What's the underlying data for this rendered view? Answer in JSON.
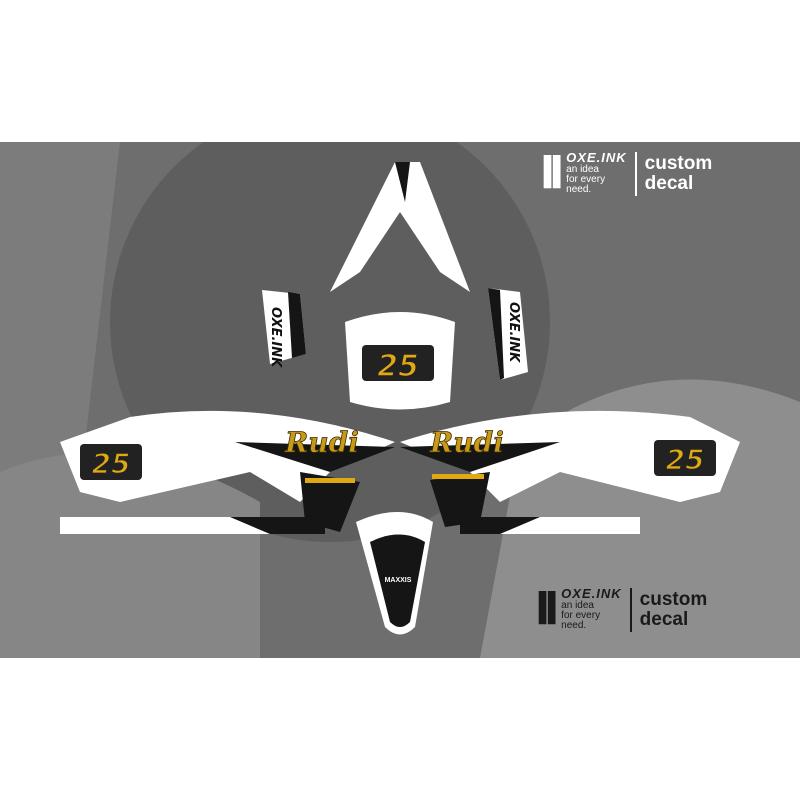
{
  "logo_top": {
    "brand": "OXE.INK",
    "tagline": [
      "an idea",
      "for every",
      "need."
    ],
    "custom": "custom",
    "decal": "decal"
  },
  "logo_bottom": {
    "brand": "OXE.INK",
    "tagline": [
      "an idea",
      "for every",
      "need."
    ],
    "custom": "custom",
    "decal": "decal"
  },
  "decals": {
    "race_number": "25",
    "rider_name": "Rudi",
    "side_panel_text": "OXE.INK",
    "sponsors": [
      "MAXXIS"
    ]
  },
  "colors": {
    "background": "#6e6e6e",
    "accent_gold": "#e0a914",
    "decal_white": "#ffffff",
    "decal_black": "#151515"
  }
}
